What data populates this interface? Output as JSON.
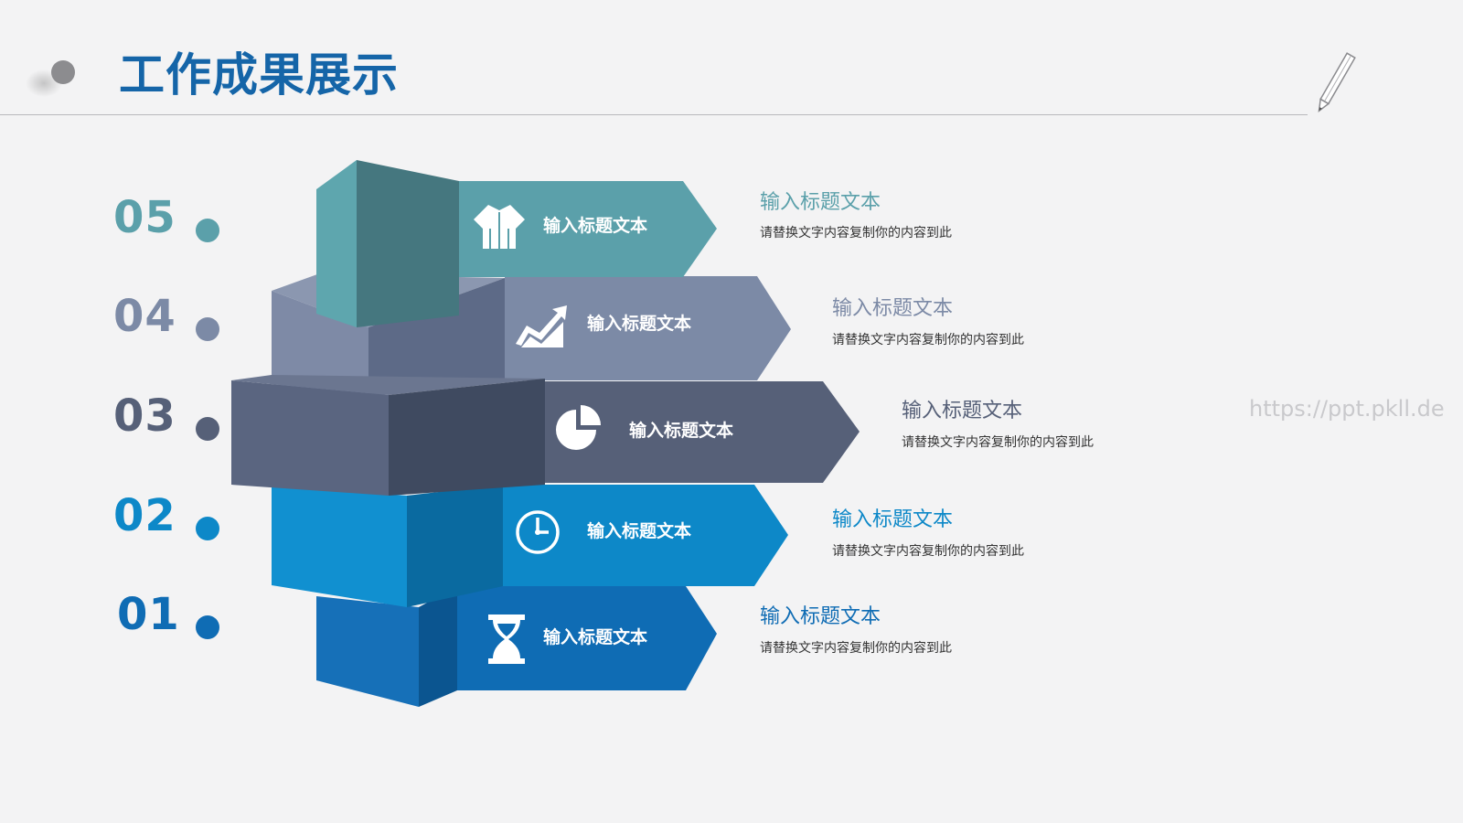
{
  "header": {
    "title": "工作成果展示"
  },
  "watermark": "https://ppt.pkll.de",
  "colors": {
    "title": "#1565a8",
    "level_05": "#5ba0aa",
    "level_04": "#7c8aa6",
    "level_03": "#566078",
    "level_02": "#0d88c8",
    "level_01": "#0f6cb4"
  },
  "items": [
    {
      "number": "05",
      "icon": "shirt-icon",
      "banner_label": "输入标题文本",
      "title": "输入标题文本",
      "description": "请替换文字内容复制你的内容到此"
    },
    {
      "number": "04",
      "icon": "trend-chart-icon",
      "banner_label": "输入标题文本",
      "title": "输入标题文本",
      "description": "请替换文字内容复制你的内容到此"
    },
    {
      "number": "03",
      "icon": "pie-chart-icon",
      "banner_label": "输入标题文本",
      "title": "输入标题文本",
      "description": "请替换文字内容复制你的内容到此"
    },
    {
      "number": "02",
      "icon": "clock-icon",
      "banner_label": "输入标题文本",
      "title": "输入标题文本",
      "description": "请替换文字内容复制你的内容到此"
    },
    {
      "number": "01",
      "icon": "hourglass-icon",
      "banner_label": "输入标题文本",
      "title": "输入标题文本",
      "description": "请替换文字内容复制你的内容到此"
    }
  ]
}
